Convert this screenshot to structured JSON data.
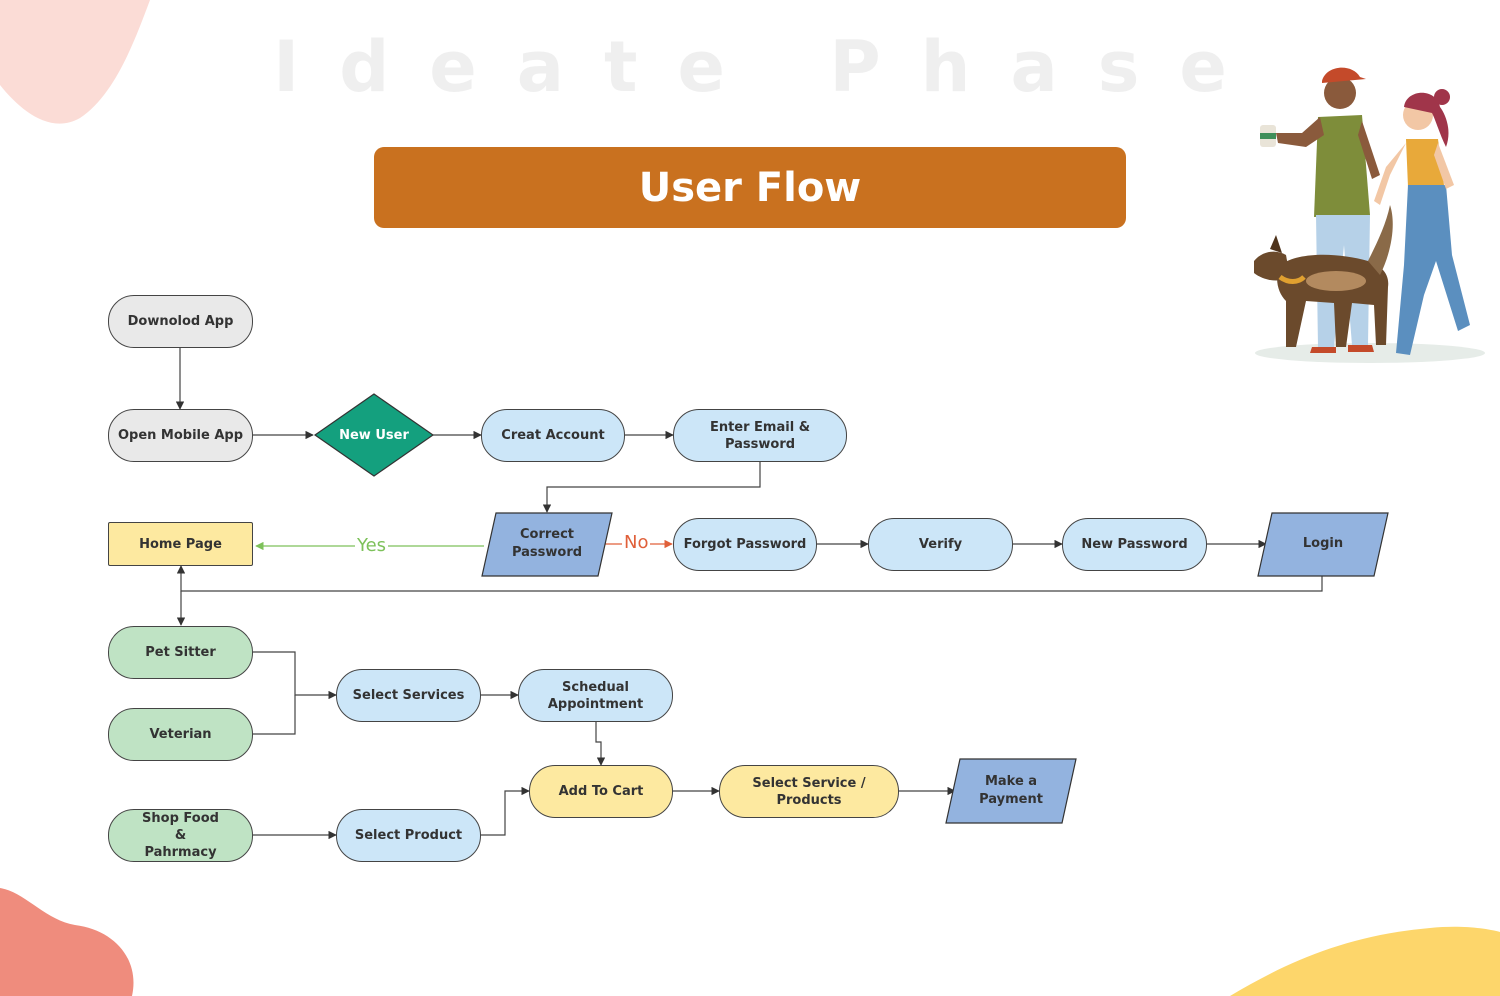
{
  "header": {
    "phase_title": "Ideate Phase",
    "banner_title": "User Flow"
  },
  "colors": {
    "banner": "#c9711f",
    "decision": "#14a07e",
    "io_shape": "#93b3df",
    "yes_label": "#7dc15a",
    "no_label": "#e0603a",
    "blob_top_left": "#fbdcd6",
    "blob_bottom_left": "#ef8c7d",
    "blob_bottom_right": "#fdd66b"
  },
  "flow": {
    "download_app": "Downolod App",
    "open_app": "Open Mobile App",
    "new_user": "New User",
    "create_account": "Creat Account",
    "enter_email": "Enter Email & Password",
    "correct_password": "Correct Password",
    "home_page": "Home Page",
    "yes_label": "Yes",
    "no_label": "No",
    "forgot_password": "Forgot Password",
    "verify": "Verify",
    "new_password": "New Password",
    "login": "Login",
    "pet_sitter": "Pet Sitter",
    "veterinarian": "Veterian",
    "shop_food": "Shop Food & Pahrmacy",
    "select_services": "Select Services",
    "schedule_appointment": "Schedual Appointment",
    "select_product": "Select Product",
    "add_to_cart": "Add To Cart",
    "select_service_products": "Select Service / Products",
    "make_payment": "Make a Payment"
  },
  "illustration": {
    "subject": "couple-walking-dog-illustration"
  }
}
